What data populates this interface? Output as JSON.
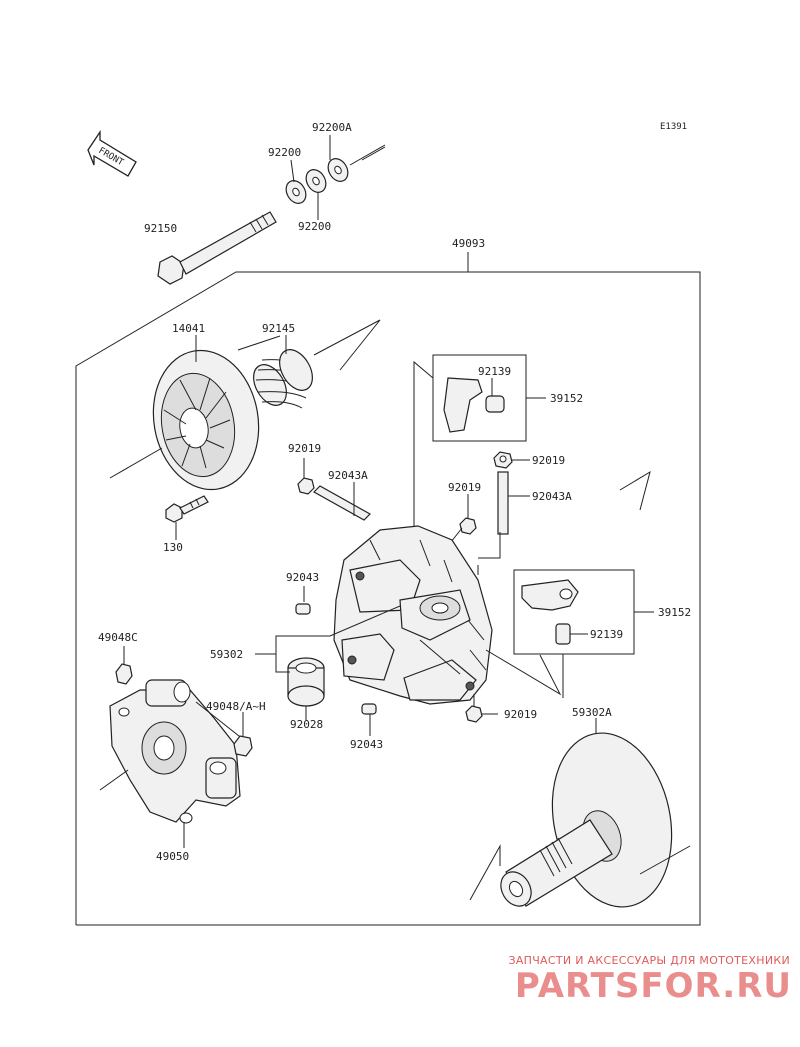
{
  "diagram_code": "E1391",
  "front_label": "FRONT",
  "labels": {
    "p92200A": "92200A",
    "p92200_a": "92200",
    "p92200_b": "92200",
    "p92150": "92150",
    "p49093": "49093",
    "p14041": "14041",
    "p92145": "92145",
    "p92139_a": "92139",
    "p39152_a": "39152",
    "p92019_a": "92019",
    "p92019_b": "92019",
    "p92043A_a": "92043A",
    "p92019_c": "92019",
    "p92043A_b": "92043A",
    "p130": "130",
    "p92043_a": "92043",
    "p39152_b": "39152",
    "p92139_b": "92139",
    "p59302": "59302",
    "p49048C": "49048C",
    "p49048AH": "49048/A~H",
    "p92028": "92028",
    "p92043_b": "92043",
    "p92019_d": "92019",
    "p59302A": "59302A",
    "p49050": "49050"
  },
  "watermark": {
    "caption": "ЗАПЧАСТИ И АКСЕССУАРЫ ДЛЯ МОТОТЕХНИКИ",
    "logo": "PARTSFOR.RU"
  }
}
